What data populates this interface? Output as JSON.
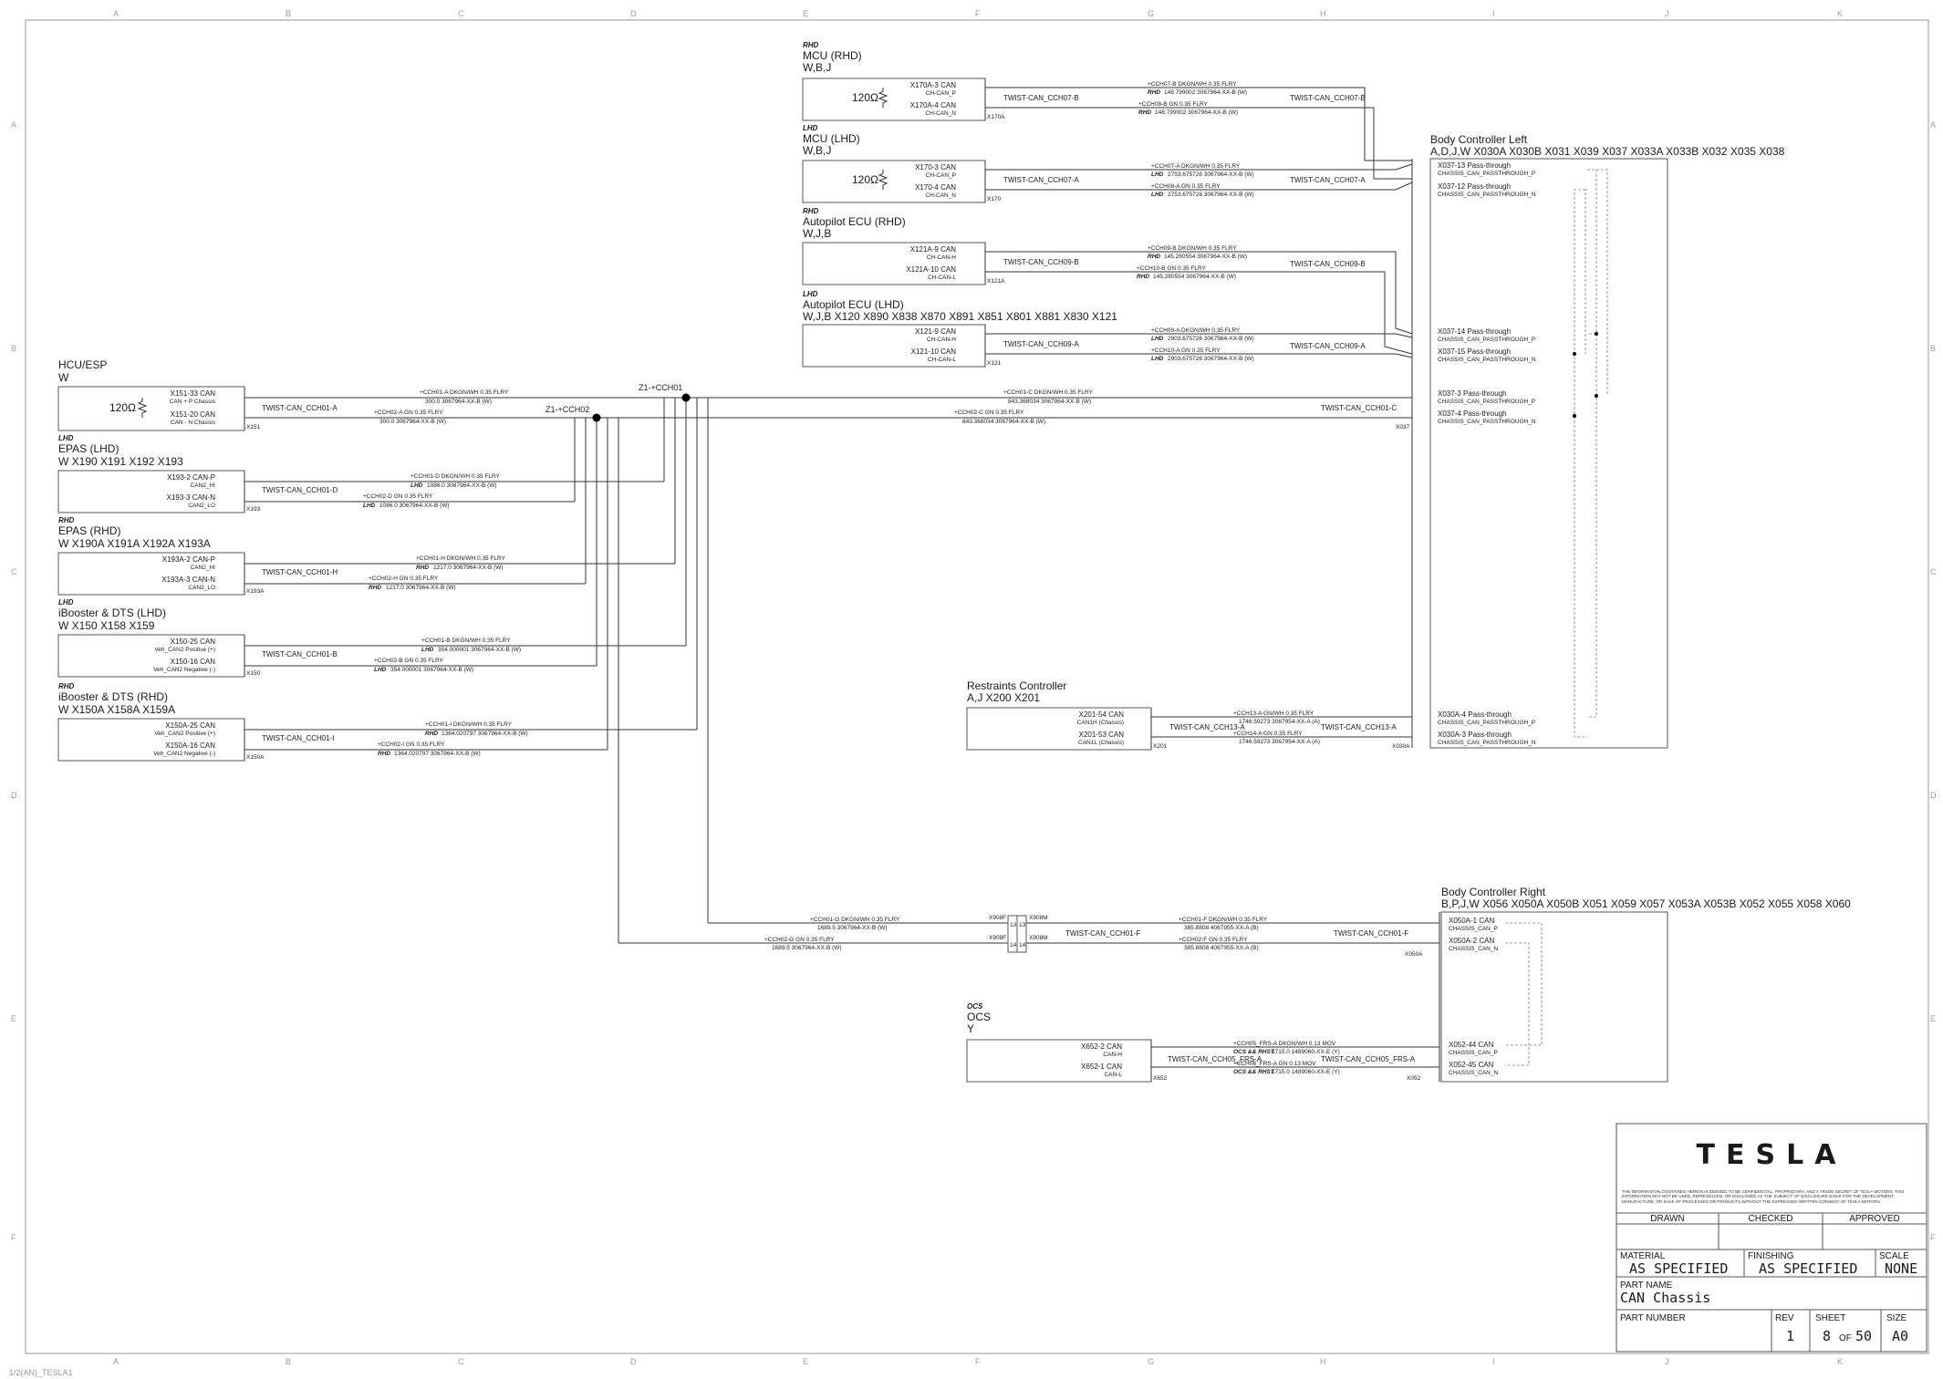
{
  "grid": {
    "cols": [
      "A",
      "B",
      "C",
      "D",
      "E",
      "F",
      "G",
      "H",
      "I",
      "J",
      "K"
    ],
    "rows": [
      "A",
      "B",
      "C",
      "D",
      "E",
      "F"
    ]
  },
  "footer_note": "1/2(AN)_TESLA1",
  "hcu": {
    "title": "HCU/ESP",
    "codes": "W",
    "resistor": "120Ω",
    "p1": "X151-33 CAN",
    "p1s": "CAN + P Chassis",
    "p2": "X151-20 CAN",
    "p2s": "CAN - N Chassis",
    "conn": "X151",
    "twist": "TWIST-CAN_CCH01-A",
    "w1": "+CCH01-A   DKGN/WH   0.35   FLRY",
    "w1b": "300.0   3067964-XX-B (W)",
    "w2": "+CCH02-A   GN   0.35   FLRY",
    "w2b": "300.0   3067964-XX-B (W)"
  },
  "splices": {
    "s1": "Z1-+CCH01",
    "s2": "Z1-+CCH02"
  },
  "epas_lhd": {
    "tag": "LHD",
    "title": "EPAS (LHD)",
    "codes": "W      X190  X191  X192  X193",
    "p1": "X193-2 CAN-P",
    "p1s": "CAN2_HI",
    "p2": "X193-3 CAN-N",
    "p2s": "CAN2_LO",
    "conn": "X193",
    "twist": "TWIST-CAN_CCH01-D",
    "w1": "+CCH01-D   DKGN/WH   0.35   FLRY",
    "w1tag": "LHD",
    "w1b": "1086.0   3067964-XX-B (W)",
    "w2": "+CCH02-D   GN   0.35   FLRY",
    "w2tag": "LHD",
    "w2b": "1086.0   3067964-XX-B (W)"
  },
  "epas_rhd": {
    "tag": "RHD",
    "title": "EPAS (RHD)",
    "codes": "W      X190A  X191A  X192A  X193A",
    "p1": "X193A-2 CAN-P",
    "p1s": "CAN2_HI",
    "p2": "X193A-3 CAN-N",
    "p2s": "CAN2_LO",
    "conn": "X193A",
    "twist": "TWIST-CAN_CCH01-H",
    "w1": "+CCH01-H   DKGN/WH   0.35   FLRY",
    "w1tag": "RHD",
    "w1b": "1217.0   3067964-XX-B (W)",
    "w2": "+CCH02-H   GN   0.35   FLRY",
    "w2tag": "RHD",
    "w2b": "1217.0   3067964-XX-B (W)"
  },
  "ibooster_lhd": {
    "tag": "LHD",
    "title": "iBooster & DTS (LHD)",
    "codes": "W      X150  X158  X159",
    "p1": "X150-25 CAN",
    "p1s": "Veh_CAN2 Positive (+)",
    "p2": "X150-16 CAN",
    "p2s": "Veh_CAN2 Negative (-)",
    "conn": "X150",
    "twist": "TWIST-CAN_CCH01-B",
    "w1": "+CCH01-B   DKGN/WH   0.35   FLRY",
    "w1tag": "LHD",
    "w1b": "354.000001   3067964-XX-B (W)",
    "w2": "+CCH02-B   GN   0.35   FLRY",
    "w2tag": "LHD",
    "w2b": "354.000001   3067964-XX-B (W)"
  },
  "ibooster_rhd": {
    "tag": "RHD",
    "title": "iBooster & DTS (RHD)",
    "codes": "W      X150A  X158A  X159A",
    "p1": "X150A-25 CAN",
    "p1s": "Veh_CAN2 Positive (+)",
    "p2": "X150A-16 CAN",
    "p2s": "Veh_CAN2 Negative (-)",
    "conn": "X150A",
    "twist": "TWIST-CAN_CCH01-I",
    "w1": "+CCH01-I   DKGN/WH   0.35   FLRY",
    "w1tag": "RHD",
    "w1b": "1364.020797   3067964-XX-B (W)",
    "w2": "+CCH02-I   GN   0.35   FLRY",
    "w2tag": "RHD",
    "w2b": "1364.020797   3067964-XX-B (W)"
  },
  "mcu_rhd": {
    "tag": "RHD",
    "title": "MCU (RHD)",
    "codes": "W,B,J",
    "resistor": "120Ω",
    "p1": "X170A-3 CAN",
    "p1s": "CH-CAN_P",
    "p2": "X170A-4 CAN",
    "p2s": "CH-CAN_N",
    "conn": "X170A",
    "twist": "TWIST-CAN_CCH07-B",
    "twist_r": "TWIST-CAN_CCH07-B",
    "w1": "+CCH07-B   DKGN/WH   0.35   FLRY",
    "w1tag": "RHD",
    "w1b": "148.799002   3067964-XX-B (W)",
    "w2": "+CCH08-B   GN   0.35   FLRY",
    "w2tag": "RHD",
    "w2b": "148.799002   3067964-XX-B (W)"
  },
  "mcu_lhd": {
    "tag": "LHD",
    "title": "MCU (LHD)",
    "codes": "W,B,J",
    "resistor": "120Ω",
    "p1": "X170-3 CAN",
    "p1s": "CH-CAN_P",
    "p2": "X170-4 CAN",
    "p2s": "CH-CAN_N",
    "conn": "X170",
    "twist": "TWIST-CAN_CCH07-A",
    "twist_r": "TWIST-CAN_CCH07-A",
    "w1": "+CCH07-A   DKGN/WH   0.35   FLRY",
    "w1tag": "LHD",
    "w1b": "2753.675726   3067964-XX-B (W)",
    "w2": "+CCH08-A   GN   0.35   FLRY",
    "w2tag": "LHD",
    "w2b": "2753.675726   3067964-XX-B (W)"
  },
  "ap_rhd": {
    "tag": "RHD",
    "title": "Autopilot ECU (RHD)",
    "codes": "W,J,B",
    "p1": "X121A-9 CAN",
    "p1s": "CH-CAN-H",
    "p2": "X121A-10 CAN",
    "p2s": "CH-CAN-L",
    "conn": "X121A",
    "twist": "TWIST-CAN_CCH09-B",
    "twist_r": "TWIST-CAN_CCH09-B",
    "w1": "+CCH09-B   DKGN/WH   0.35   FLRY",
    "w1tag": "RHD",
    "w1b": "145.280554   3067964-XX-B (W)",
    "w2": "+CCH10-B   GN   0.35   FLRY",
    "w2tag": "RHD",
    "w2b": "145.280554   3067964-XX-B (W)"
  },
  "ap_lhd": {
    "tag": "LHD",
    "title": "Autopilot ECU (LHD)",
    "codes": "W,J,B      X120  X890  X838  X870  X891  X851  X801  X881  X830  X121",
    "p1": "X121-9 CAN",
    "p1s": "CH-CAN-H",
    "p2": "X121-10 CAN",
    "p2s": "CH-CAN-L",
    "conn": "X121",
    "twist": "TWIST-CAN_CCH09-A",
    "twist_r": "TWIST-CAN_CCH09-A",
    "w1": "+CCH09-A   DKGN/WH   0.35   FLRY",
    "w1tag": "LHD",
    "w1b": "2903.675726   3067964-XX-B (W)",
    "w2": "+CCH10-A   GN   0.35   FLRY",
    "w2tag": "LHD",
    "w2b": "2903.675726   3067964-XX-B (W)"
  },
  "main_bus": {
    "w1": "+CCH01-C   DKGN/WH   0.35   FLRY",
    "w1b": "843.368034   3067964-XX-B (W)",
    "w2": "+CCH02-C   GN   0.35   FLRY",
    "w2b": "843.368034   3067964-XX-B (W)",
    "twist": "TWIST-CAN_CCH01-C",
    "conn": "X037"
  },
  "bcl": {
    "title": "Body Controller Left",
    "codes": "A,D,J,W      X030A   X030B   X031   X039   X037   X033A   X033B     X032   X035   X038",
    "pins": [
      {
        "p": "X037-13 Pass-through",
        "s": "CHASSIS_CAN_PASSTHROUGH_P"
      },
      {
        "p": "X037-12 Pass-through",
        "s": "CHASSIS_CAN_PASSTHROUGH_N"
      },
      {
        "p": "X037-14 Pass-through",
        "s": "CHASSIS_CAN_PASSTHROUGH_P"
      },
      {
        "p": "X037-15 Pass-through",
        "s": "CHASSIS_CAN_PASSTHROUGH_N"
      },
      {
        "p": "X037-3 Pass-through",
        "s": "CHASSIS_CAN_PASSTHROUGH_P"
      },
      {
        "p": "X037-4 Pass-through",
        "s": "CHASSIS_CAN_PASSTHROUGH_N"
      },
      {
        "p": "X030A-4 Pass-through",
        "s": "CHASSIS_CAN_PASSTHROUGH_P"
      },
      {
        "p": "X030A-3 Pass-through",
        "s": "CHASSIS_CAN_PASSTHROUGH_N"
      }
    ],
    "conn_r": "X030A"
  },
  "restraints": {
    "title": "Restraints Controller",
    "codes": "A,J      X200  X201",
    "p1": "X201-54 CAN",
    "p1s": "CAN1H (Chassis)",
    "p2": "X201-53 CAN",
    "p2s": "CAN1L (Chassis)",
    "conn": "X201",
    "twist": "TWIST-CAN_CCH13-A",
    "twist_r": "TWIST-CAN_CCH13-A",
    "w1": "+CCH13-A   GN/WH   0.35   FLRY",
    "w1b": "1746.59273   3067954-XX-A (A)",
    "w2": "+CCH14-A   GN   0.35   FLRY",
    "w2b": "1746.59273   3067954-XX-A (A)"
  },
  "inline": {
    "x908f": "X908F",
    "x908m": "X908M",
    "n1": "13",
    "n2": "14",
    "w1": "+CCH01-G   DKGN/WH   0.35   FLRY",
    "w1b": "1689.5   3067964-XX-B (W)",
    "w2": "+CCH02-G   GN   0.35   FLRY",
    "w2b": "1689.5   3067964-XX-B (W)",
    "twist": "TWIST-CAN_CCH01-F",
    "twist_r": "TWIST-CAN_CCH01-F",
    "w3": "+CCH01-F   DKGN/WH   0.35   FLRY",
    "w3b": "385.8808   4067955-XX-A (B)",
    "w4": "+CCH02-F   GN   0.35   FLRY",
    "w4b": "385.8808   4067955-XX-A (B)"
  },
  "bcr": {
    "title": "Body Controller Right",
    "codes": "B,P,J,W      X056   X050A   X050B   X051   X059   X057   X053A   X053B   X052   X055   X058   X060",
    "pins": [
      {
        "p": "X050A-1 CAN",
        "s": "CHASSIS_CAN_P"
      },
      {
        "p": "X050A-2 CAN",
        "s": "CHASSIS_CAN_N"
      },
      {
        "p": "X052-44 CAN",
        "s": "CHASSIS_CAN_P"
      },
      {
        "p": "X052-45 CAN",
        "s": "CHASSIS_CAN_N"
      }
    ],
    "conn1": "X050A",
    "conn2": "X052"
  },
  "ocs": {
    "tag": "OCS",
    "title": "OCS",
    "codes": "Y",
    "p1": "X652-2 CAN",
    "p1s": "CAN-H",
    "p2": "X652-1 CAN",
    "p2s": "CAN-L",
    "conn": "X652",
    "twist": "TWIST-CAN_CCH05_FRS-A",
    "twist_r": "TWIST-CAN_CCH05_FRS-A",
    "w1": "+CCH05_FRS-A   DKGN/WH   0.13   MOV",
    "w1tag": "OCS && RHST",
    "w1b": "1715.0   1489060-XX-E (Y)",
    "w2": "+CCH06_FRS-A   GN   0.13   MOV",
    "w2tag": "OCS && RHST",
    "w2b": "1715.0   1489060-XX-E (Y)"
  },
  "title_block": {
    "logo": "TESLA",
    "confidential": "THE INFORMATION CONTAINED HEREIN IS DEEMED TO BE CONFIDENTIAL, PROPRIETARY, AND A TRADE SECRET OF TESLA MOTORS. THIS INFORMATION MAY NOT BE USED, REPRODUCED, OR DISCLOSED AS THE SUBJECT OF DISCLOSURE BASIS FOR THE DEVELOPMENT, MANUFACTURE, OR SALE OF PROCESSES OR PRODUCTS WITHOUT THE EXPRESSED WRITTEN CONSENT OF TESLA MOTORS.",
    "drawn": "DRAWN",
    "checked": "CHECKED",
    "approved": "APPROVED",
    "material_label": "MATERIAL",
    "material": "AS SPECIFIED",
    "finishing_label": "FINISHING",
    "finishing": "AS SPECIFIED",
    "scale_label": "SCALE",
    "scale": "NONE",
    "part_name_label": "PART NAME",
    "part_name": "CAN Chassis",
    "part_number_label": "PART NUMBER",
    "rev_label": "REV",
    "rev": "1",
    "sheet_label": "SHEET",
    "sheet": "8",
    "of": "OF",
    "sheet_total": "50",
    "size_label": "SIZE",
    "size": "A0"
  }
}
